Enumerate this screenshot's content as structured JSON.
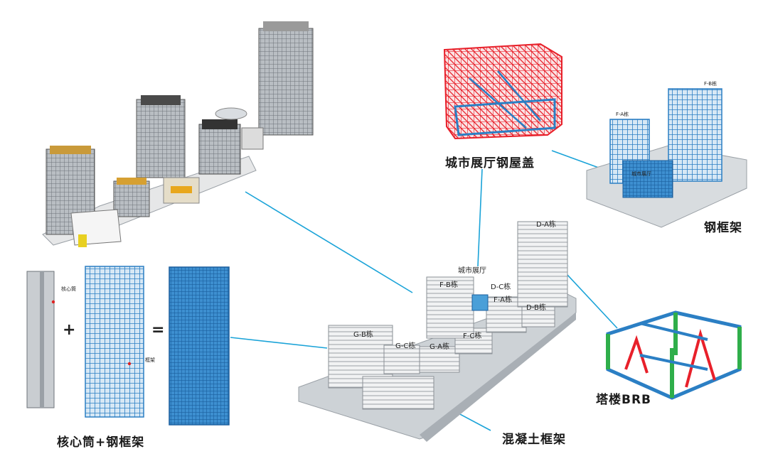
{
  "labels": {
    "city_hall_roof": "城市展厅钢屋盖",
    "steel_frame": "钢框架",
    "core_steel_frame": "核心筒+钢框架",
    "tower_brb": "塔楼BRB",
    "concrete_frame": "混凝土框架",
    "city_hall_small": "城市展厅",
    "core_tube": "核心筒",
    "frame": "框架",
    "plus": "+",
    "equals": "="
  },
  "buildings": {
    "da": "D-A栋",
    "fb": "F-B栋",
    "dc": "D-C栋",
    "fa": "F-A栋",
    "db": "D-B栋",
    "fc": "F-C栋",
    "gb": "G-B栋",
    "gc": "G-C栋",
    "ga": "G-A栋"
  },
  "steel_model": {
    "fa": "F-A栋",
    "fb": "F-B栋",
    "hall": "城市展厅"
  },
  "colors": {
    "connector": "#1aa3d8",
    "steel_blue": "#2b7fc4",
    "roof_red": "#e8202a",
    "brb_green": "#2fae4a",
    "concrete": "#c9cdd1"
  }
}
